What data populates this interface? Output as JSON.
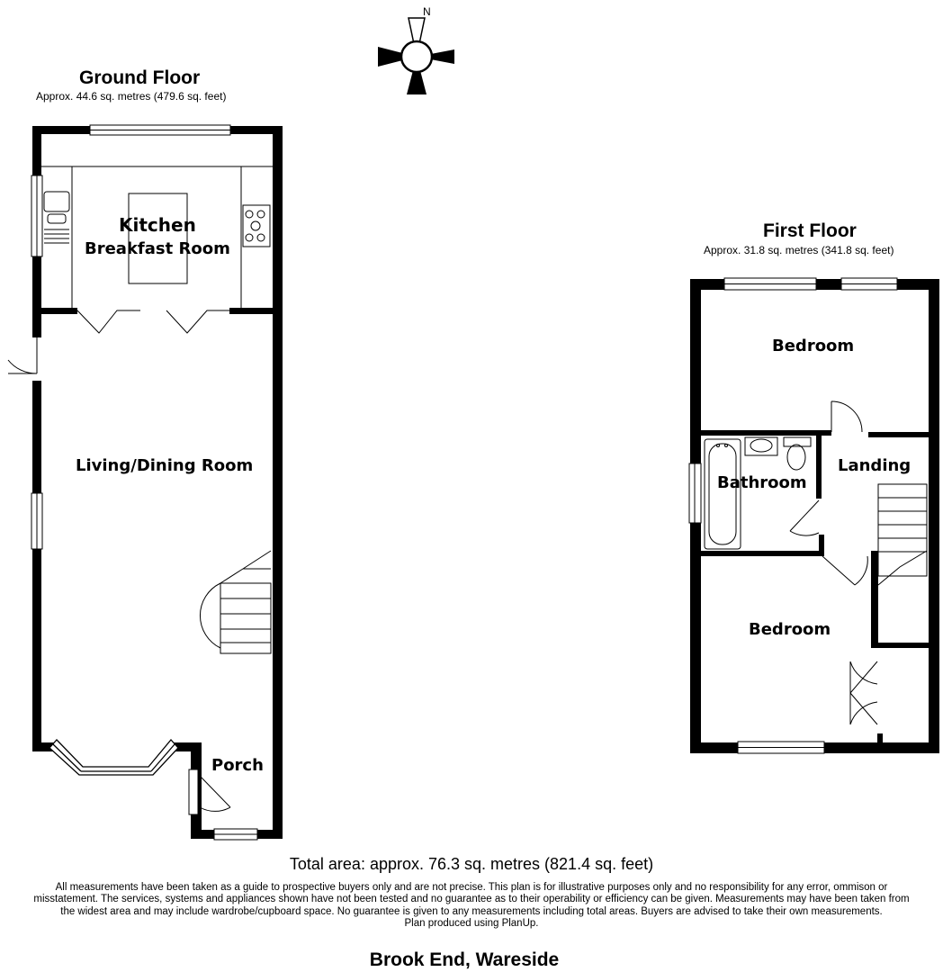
{
  "compass": {
    "label": "N"
  },
  "ground_floor": {
    "title": "Ground Floor",
    "area": "Approx. 44.6 sq. metres (479.6 sq. feet)",
    "rooms": {
      "kitchen_line1": "Kitchen",
      "kitchen_line2": "Breakfast Room",
      "living": "Living/Dining Room",
      "porch": "Porch"
    }
  },
  "first_floor": {
    "title": "First Floor",
    "area": "Approx. 31.8 sq. metres (341.8 sq. feet)",
    "rooms": {
      "bedroom_top": "Bedroom",
      "bathroom": "Bathroom",
      "landing": "Landing",
      "bedroom_bottom": "Bedroom"
    }
  },
  "footer": {
    "total_area": "Total area: approx. 76.3 sq. metres (821.4 sq. feet)",
    "disclaimer": "All measurements have been taken as a guide to prospective buyers only and are not precise. This plan is for illustrative purposes only and no responsibility for any error, ommison or misstatement. The services, systems and appliances shown have not been tested and no guarantee as to their operability or efficiency can be given. Measurements may have been taken from the widest area and may include wardrobe/cupboard space. No guarantee is given to any measurements including total areas. Buyers are advised to take their own measurements.",
    "produced_by": "Plan produced using PlanUp.",
    "address": "Brook End, Wareside"
  }
}
